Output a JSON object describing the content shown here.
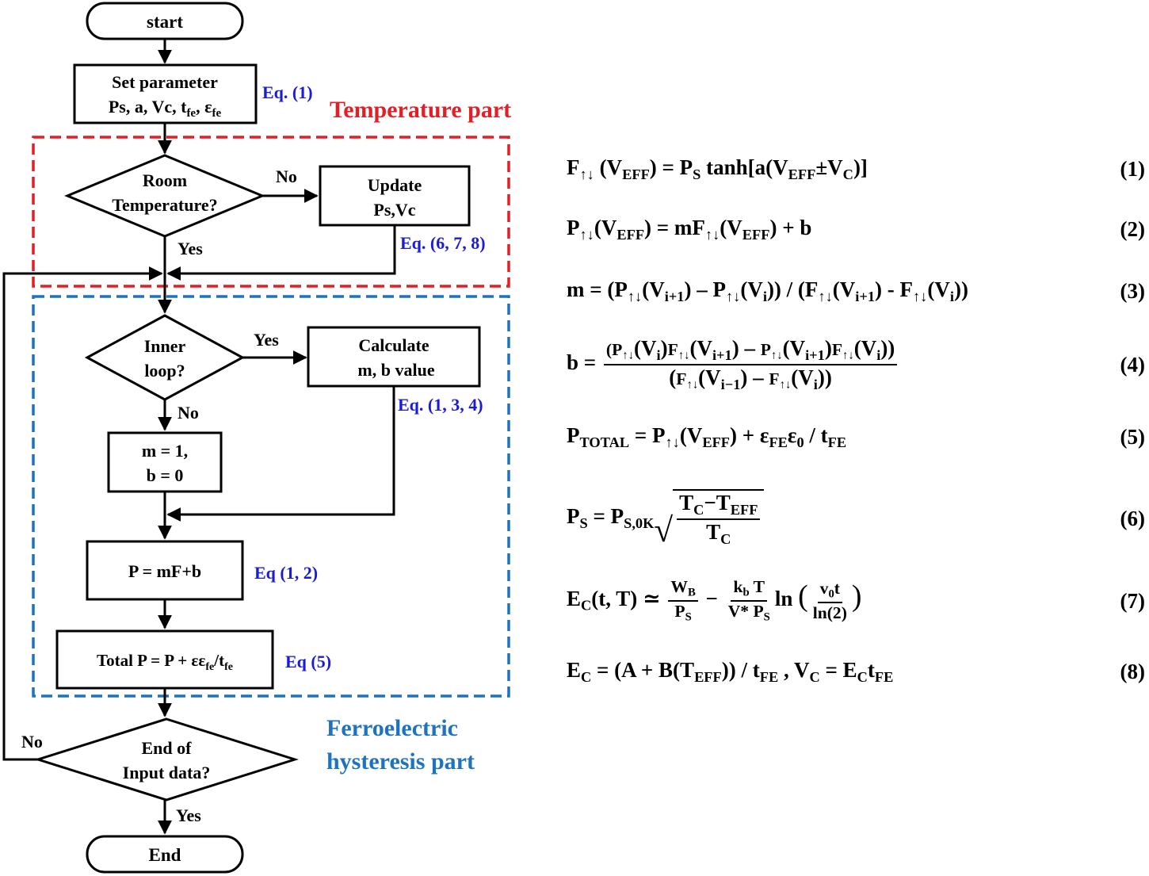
{
  "flowchart": {
    "start": "start",
    "set_parameter_line1": "Set parameter",
    "set_parameter_line2": "Ps, a, Vc, t",
    "set_parameter_line2_sub1": "fe",
    "set_parameter_line2_mid": ", ε",
    "set_parameter_line2_sub2": "fe",
    "eq1_ref": "Eq. (1)",
    "temperature_part": "Temperature part",
    "room_temp_line1": "Room",
    "room_temp_line2": "Temperature?",
    "no_label_1": "No",
    "update_line1": "Update",
    "update_line2": "Ps,Vc",
    "yes_label_1": "Yes",
    "eq678_ref": "Eq. (6, 7, 8)",
    "inner_loop_line1": "Inner",
    "inner_loop_line2": "loop?",
    "yes_label_2": "Yes",
    "calculate_line1": "Calculate",
    "calculate_line2": "m, b value",
    "eq134_ref": "Eq. (1, 3, 4)",
    "no_label_2": "No",
    "m1_line1": "m = 1,",
    "m1_line2": "b = 0",
    "p_mfb": "P = mF+b",
    "eq12_ref": "Eq (1, 2)",
    "total_p_a": "Total P = P + εε",
    "total_p_sub1": "fe",
    "total_p_b": "/t",
    "total_p_sub2": "fe",
    "eq5_ref": "Eq (5)",
    "ferro_line1": "Ferroelectric",
    "ferro_line2": "hysteresis part",
    "no_label_3": "No",
    "end_input_line1": "End of",
    "end_input_line2": "Input data?",
    "yes_label_3": "Yes",
    "end": "End"
  },
  "equations": {
    "numbers": [
      "(1)",
      "(2)",
      "(3)",
      "(4)",
      "(5)",
      "(6)",
      "(7)",
      "(8)"
    ]
  },
  "colors": {
    "temperature_box": "#e31e24",
    "ferro_box": "#1e73be",
    "eq_ref": "#1a1adb",
    "ferro_text": "#1e73be",
    "line": "#000000"
  }
}
